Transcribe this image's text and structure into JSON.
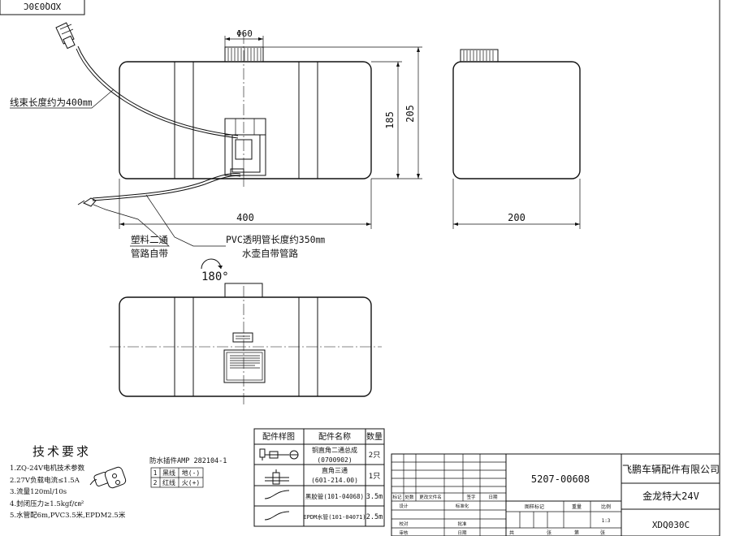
{
  "top_left_box": {
    "code": "XDQ030C"
  },
  "dimensions": {
    "diameter": "Φ60",
    "height_body": "185",
    "height_total": "205",
    "width_front": "400",
    "width_side": "200",
    "rotation": "180°"
  },
  "callouts": {
    "wire_harness": "线束长度约为400㎜",
    "plastic_tee_line1": "塑料二通",
    "plastic_tee_line2": "管路自带",
    "pvc_tube_line1": "PVC透明管长度约350㎜",
    "pvc_tube_line2": "水壶自带管路"
  },
  "tech_requirements": {
    "title": "技术要求",
    "items": [
      "1.ZQ-24V电机技术参数",
      "2.27V负载电流≤1.5A",
      "3.流量120ml/10s",
      "4.封闭压力≥1.5kgf/㎝²",
      "5.水管配6m,PVC3.5米,EPDM2.5米"
    ]
  },
  "connector": {
    "title": "防水插件AMP 282104-1",
    "pins": [
      {
        "no": "1",
        "color": "黑线",
        "func": "地(-)"
      },
      {
        "no": "2",
        "color": "红线",
        "func": "火(+)"
      }
    ]
  },
  "parts_table": {
    "headers": [
      "配件样图",
      "配件名称",
      "数量"
    ],
    "rows": [
      {
        "name_line1": "铜直角二通总成",
        "name_line2": "(0700902)",
        "qty": "2只"
      },
      {
        "name_line1": "直角三通",
        "name_line2": "(601-214.00)",
        "qty": "1只"
      },
      {
        "name_line1": "黑胶管(101-04068)",
        "name_line2": "",
        "qty": "3.5m"
      },
      {
        "name_line1": "EPDM水管(101-04071)",
        "name_line2": "",
        "qty": "2.5m"
      }
    ]
  },
  "title_block": {
    "drawing_no": "5207-00608",
    "company": "飞鹏车辆配件有限公司",
    "model": "金龙特大24V",
    "part_code": "XDQ030C",
    "scale": "1:3",
    "revision_labels": [
      "标记",
      "处数",
      "更改文件名",
      "签字",
      "日期"
    ],
    "sign_labels": [
      "设计",
      "标准化",
      "校对",
      "批准",
      "审核",
      "日期"
    ],
    "meta_labels": [
      "图样标记",
      "重量",
      "比例"
    ],
    "sheet_labels": [
      "共",
      "张",
      "第",
      "张"
    ]
  }
}
